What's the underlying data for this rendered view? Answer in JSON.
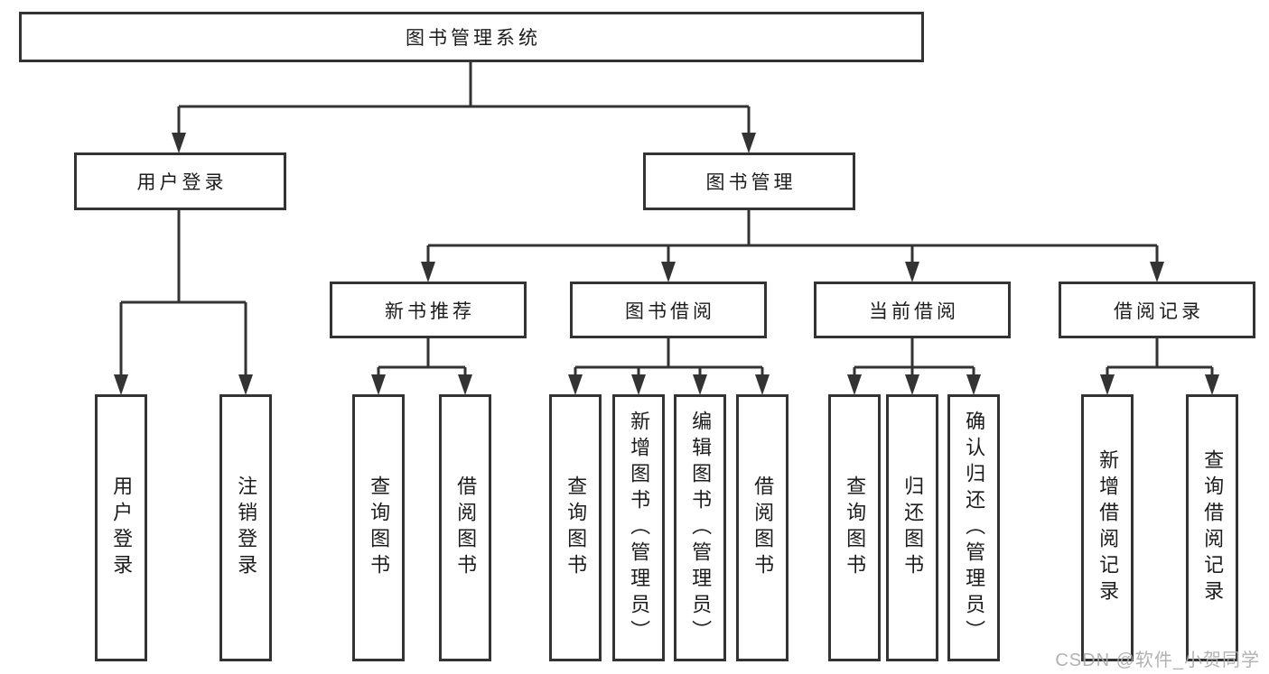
{
  "diagram": {
    "root": {
      "label": "图书管理系统"
    },
    "branches": {
      "login": {
        "label": "用户登录",
        "children": [
          {
            "label": "用户登录"
          },
          {
            "label": "注销登录"
          }
        ]
      },
      "management": {
        "label": "图书管理",
        "sections": [
          {
            "label": "新书推荐",
            "children": [
              {
                "label": "查询图书"
              },
              {
                "label": "借阅图书"
              }
            ]
          },
          {
            "label": "图书借阅",
            "children": [
              {
                "label": "查询图书"
              },
              {
                "label": "新增图书（管理员）"
              },
              {
                "label": "编辑图书（管理员）"
              },
              {
                "label": "借阅图书"
              }
            ]
          },
          {
            "label": "当前借阅",
            "children": [
              {
                "label": "查询图书"
              },
              {
                "label": "归还图书"
              },
              {
                "label": "确认归还（管理员）"
              }
            ]
          },
          {
            "label": "借阅记录",
            "children": [
              {
                "label": "新增借阅记录"
              },
              {
                "label": "查询借阅记录"
              }
            ]
          }
        ]
      }
    }
  },
  "watermark": {
    "text": "CSDN @软件_小贺同学"
  },
  "colors": {
    "line": "#333333",
    "text": "#1c1c1c",
    "watermark": "#acacac",
    "background": "#ffffff"
  }
}
